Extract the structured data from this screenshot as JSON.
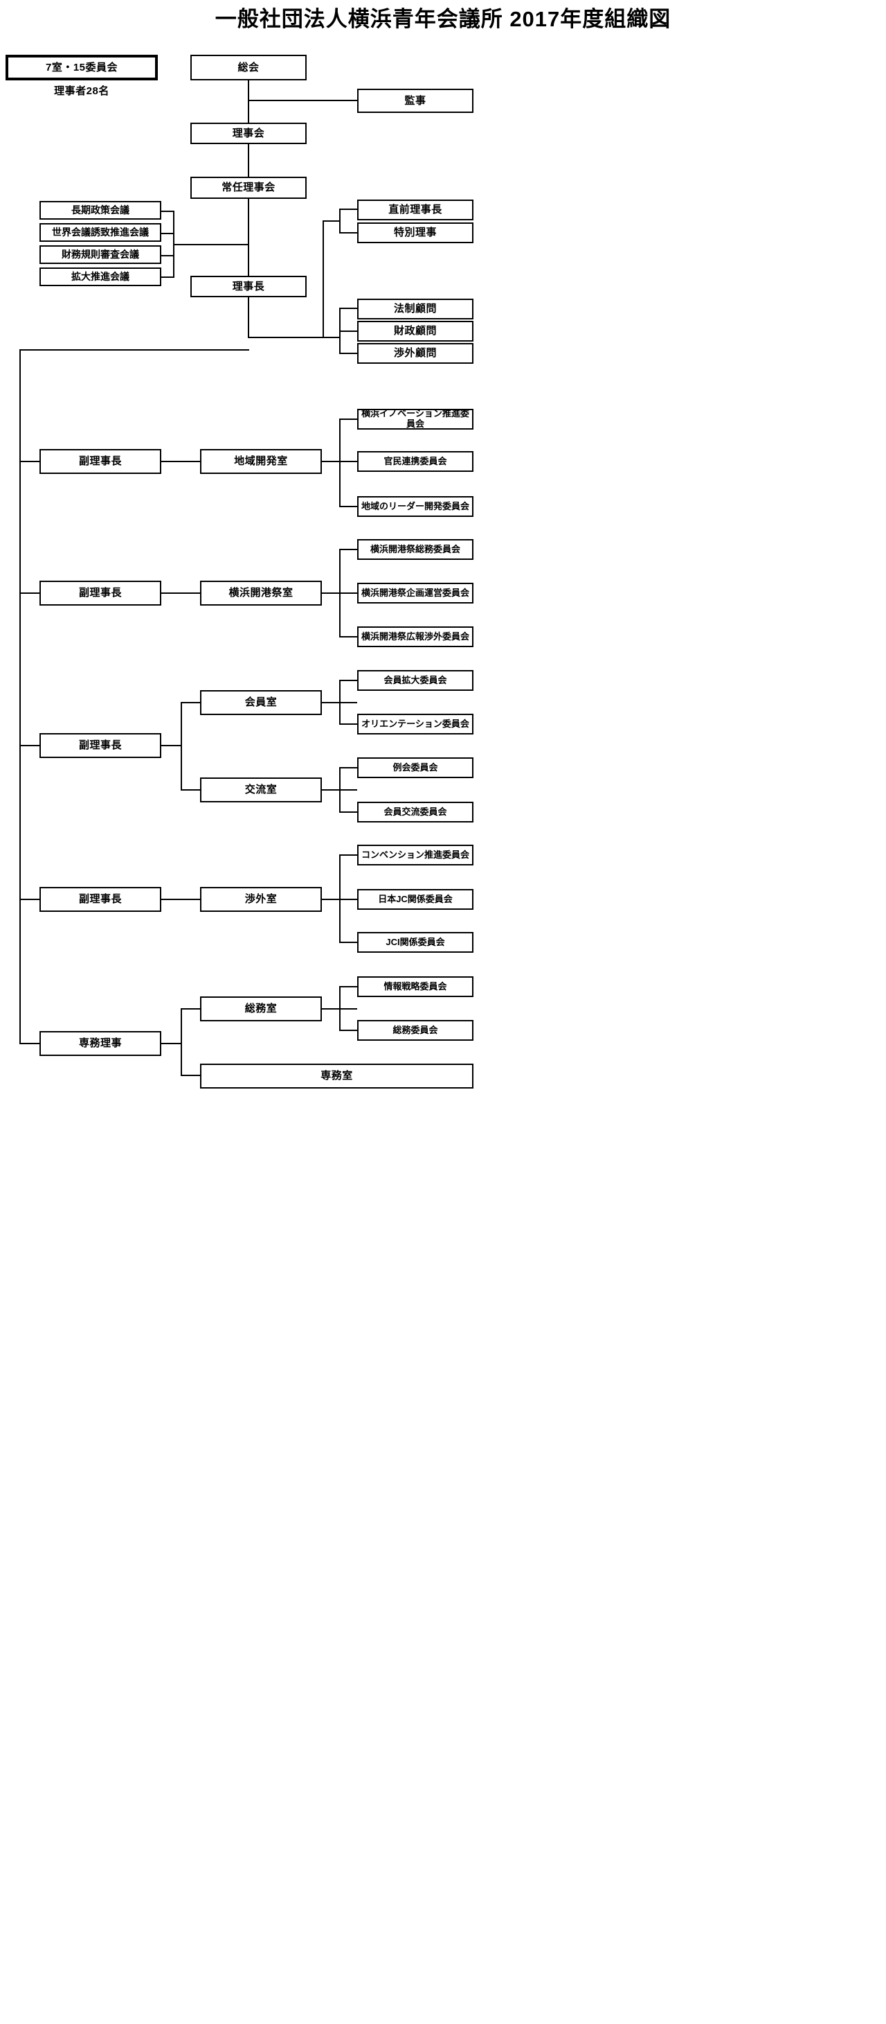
{
  "title": "一般社団法人横浜青年会議所  2017年度組織図",
  "summary": {
    "rooms_committees": "7室・15委員会",
    "directors_count": "理事者28名"
  },
  "governance": {
    "general_meeting": "総会",
    "auditor": "監事",
    "board_of_directors": "理事会",
    "standing_board": "常任理事会",
    "president": "理事長"
  },
  "councils": [
    "長期政策会議",
    "世界会議誘致推進会議",
    "財務規則審査会議",
    "拡大推進会議"
  ],
  "special_officers": [
    "直前理事長",
    "特別理事"
  ],
  "advisors": [
    "法制顧問",
    "財政顧問",
    "渉外顧問"
  ],
  "divisions": [
    {
      "officer": "副理事長",
      "rooms": [
        {
          "name": "地域開発室",
          "committees": [
            "横浜イノベーション推進委員会",
            "官民連携委員会",
            "地域のリーダー開発委員会"
          ]
        }
      ]
    },
    {
      "officer": "副理事長",
      "rooms": [
        {
          "name": "横浜開港祭室",
          "committees": [
            "横浜開港祭総務委員会",
            "横浜開港祭企画運営委員会",
            "横浜開港祭広報渉外委員会"
          ]
        }
      ]
    },
    {
      "officer": "副理事長",
      "rooms": [
        {
          "name": "会員室",
          "committees": [
            "会員拡大委員会",
            "オリエンテーション委員会"
          ]
        },
        {
          "name": "交流室",
          "committees": [
            "例会委員会",
            "会員交流委員会"
          ]
        }
      ]
    },
    {
      "officer": "副理事長",
      "rooms": [
        {
          "name": "渉外室",
          "committees": [
            "コンベンション推進委員会",
            "日本JC関係委員会",
            "JCI関係委員会"
          ]
        }
      ]
    },
    {
      "officer": "専務理事",
      "rooms": [
        {
          "name": "総務室",
          "committees": [
            "情報戦略委員会",
            "総務委員会"
          ]
        },
        {
          "name": "専務室",
          "committees": []
        }
      ]
    }
  ],
  "colors": {
    "line": "#000000",
    "box_fill": "#ffffff",
    "text": "#000000"
  }
}
